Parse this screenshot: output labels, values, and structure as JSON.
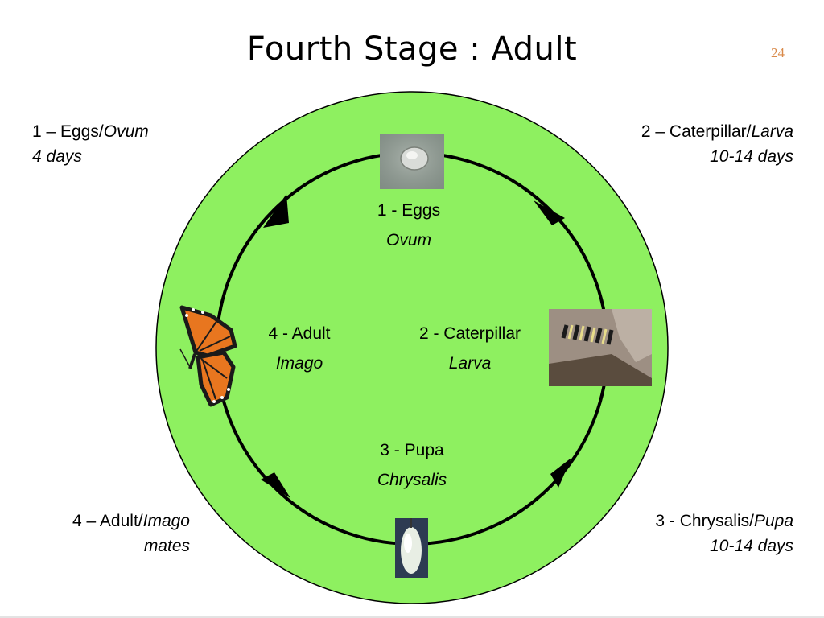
{
  "title": "Fourth Stage : Adult",
  "page_number": "24",
  "corners": {
    "top_left": {
      "line1_plain": "1 – Eggs/",
      "line1_italic": "Ovum",
      "line2": "4 days"
    },
    "top_right": {
      "line1_plain": "2 – Caterpillar/",
      "line1_italic": "Larva",
      "line2": "10-14 days"
    },
    "bottom_left": {
      "line1_plain": "4 – Adult/",
      "line1_italic": "Imago",
      "line2": "mates"
    },
    "bottom_right": {
      "line1_plain": "3  - Chrysalis/",
      "line1_italic": "Pupa",
      "line2": "10-14 days"
    }
  },
  "stages": {
    "eggs": {
      "label": "1 - Eggs",
      "latin": "Ovum"
    },
    "caterpillar": {
      "label": "2 - Caterpillar",
      "latin": "Larva"
    },
    "pupa": {
      "label": "3 - Pupa",
      "latin": "Chrysalis"
    },
    "adult": {
      "label": "4 - Adult",
      "latin": "Imago"
    }
  },
  "colors": {
    "circle_fill": "#8ef060",
    "cycle_line": "#000000",
    "page_number": "#d98a4a"
  }
}
